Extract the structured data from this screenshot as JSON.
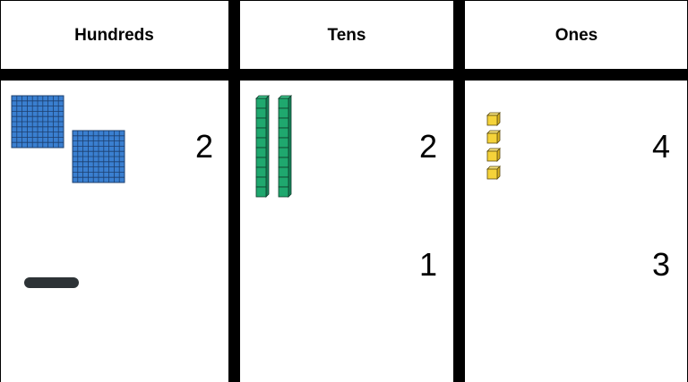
{
  "columns": [
    {
      "header": "Hundreds",
      "top_value": "2",
      "bottom_value": ""
    },
    {
      "header": "Tens",
      "top_value": "2",
      "bottom_value": "1"
    },
    {
      "header": "Ones",
      "top_value": "4",
      "bottom_value": "3"
    }
  ],
  "blocks": {
    "hundreds_count": 2,
    "tens_count": 2,
    "ones_count": 4
  },
  "colors": {
    "hundreds": "#3a7fd0",
    "tens": "#1fa86e",
    "ones": "#f5d33a",
    "bar": "#2d3336"
  }
}
